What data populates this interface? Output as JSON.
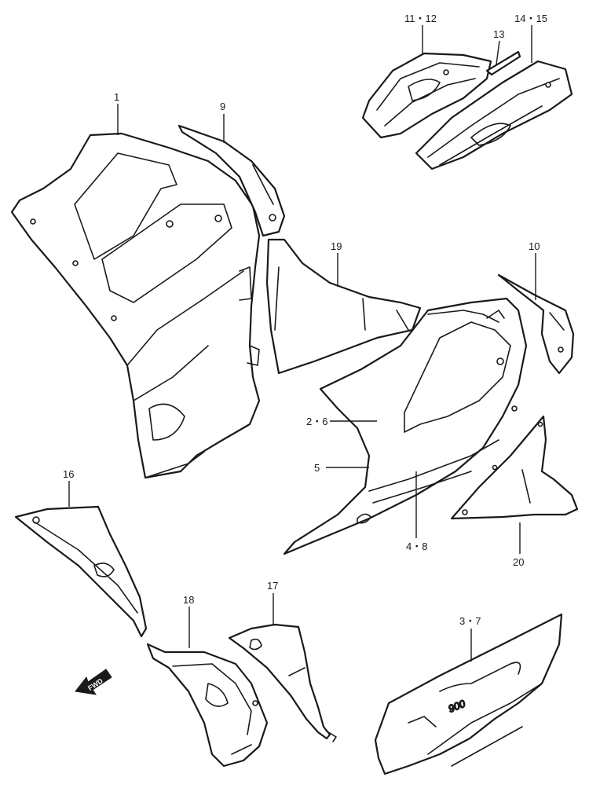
{
  "callouts": [
    {
      "id": "1",
      "label": "1"
    },
    {
      "id": "9",
      "label": "9"
    },
    {
      "id": "11-12",
      "label": "11・12"
    },
    {
      "id": "13",
      "label": "13"
    },
    {
      "id": "14-15",
      "label": "14・15"
    },
    {
      "id": "19",
      "label": "19"
    },
    {
      "id": "10",
      "label": "10"
    },
    {
      "id": "2-6",
      "label": "2・6"
    },
    {
      "id": "5",
      "label": "5"
    },
    {
      "id": "4-8",
      "label": "4・8"
    },
    {
      "id": "20",
      "label": "20"
    },
    {
      "id": "16",
      "label": "16"
    },
    {
      "id": "18",
      "label": "18"
    },
    {
      "id": "17",
      "label": "17"
    },
    {
      "id": "3-7",
      "label": "3・7"
    }
  ],
  "fwd_label": "FWD",
  "emblem_text": "900"
}
